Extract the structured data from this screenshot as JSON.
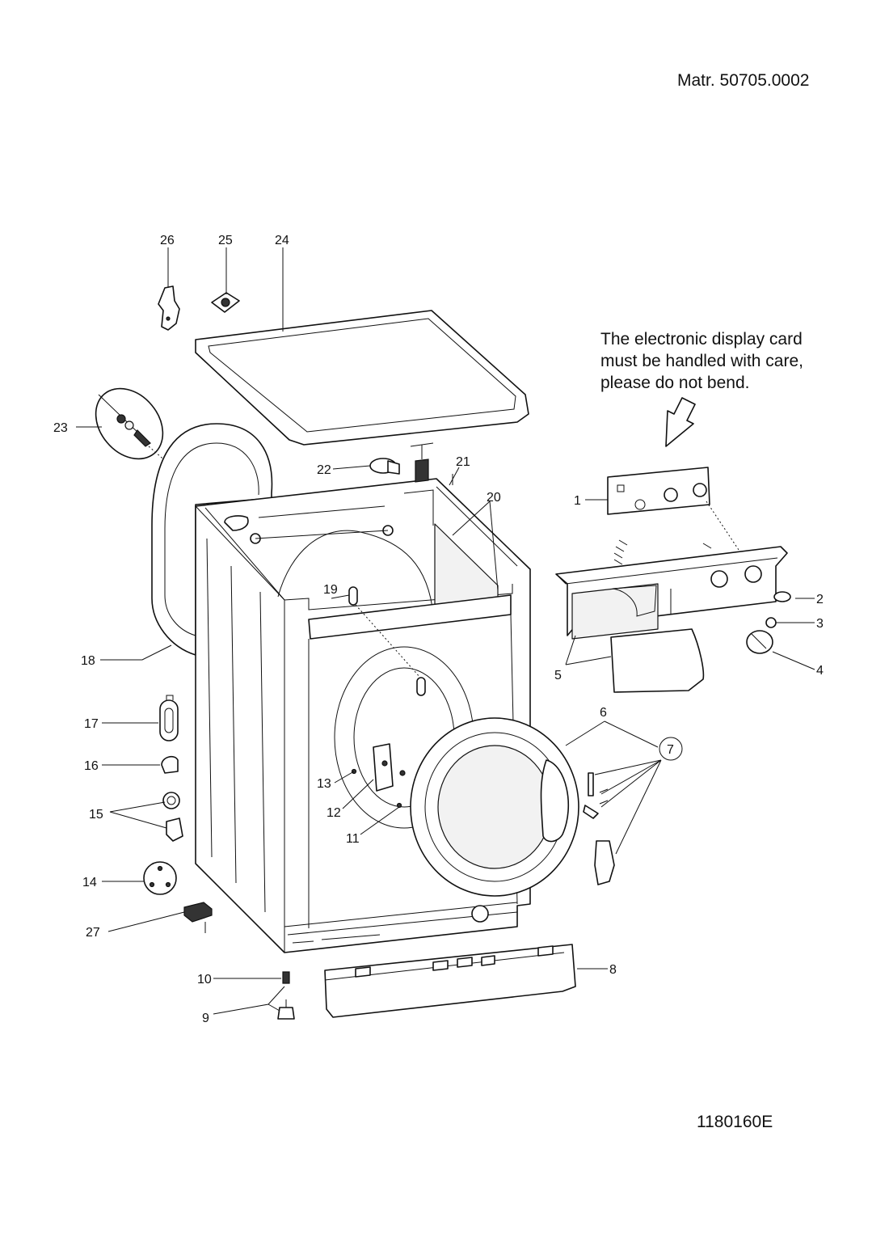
{
  "header": {
    "material_code": "Matr. 50705.0002"
  },
  "note": {
    "lines": [
      "The electronic display card",
      "must be handled with care,",
      "please do not bend."
    ]
  },
  "footer": {
    "drawing_code": "1180160E"
  },
  "callouts": [
    "1",
    "2",
    "3",
    "4",
    "5",
    "6",
    "7",
    "8",
    "9",
    "10",
    "11",
    "12",
    "13",
    "14",
    "15",
    "16",
    "17",
    "18",
    "19",
    "20",
    "21",
    "22",
    "23",
    "24",
    "25",
    "26",
    "27"
  ]
}
